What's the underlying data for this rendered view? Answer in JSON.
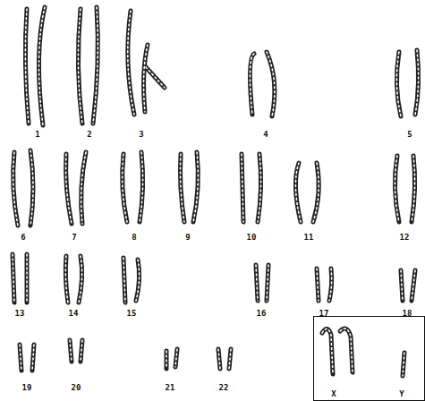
{
  "diagram": {
    "nodes": [
      {
        "text": [
          "X",
          "Y"
        ]
      }
    ],
    "labels": [
      "1",
      "2",
      "3",
      "4",
      "5",
      "6",
      "7",
      "8",
      "9",
      "10",
      "11",
      "12",
      "13",
      "14",
      "15",
      "16",
      "17",
      "18",
      "19",
      "20",
      "21",
      "22"
    ]
  }
}
